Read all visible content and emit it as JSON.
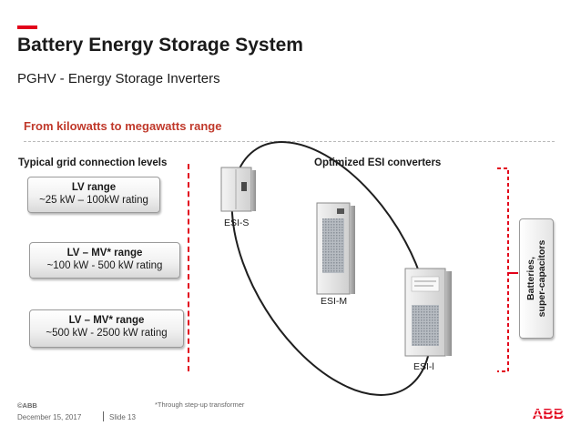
{
  "slide": {
    "title": "Battery Energy Storage System",
    "subtitle": "PGHV - Energy Storage Inverters",
    "banner": "From kilowatts to megawatts range",
    "left_heading": "Typical grid connection levels",
    "right_heading": "Optimized ESI converters",
    "accent_color": "#e2001a"
  },
  "ranges": [
    {
      "title": "LV range",
      "rating": "~25 kW – 100kW rating"
    },
    {
      "title": "LV – MV* range",
      "rating": "~100 kW - 500 kW rating"
    },
    {
      "title": "LV – MV* range",
      "rating": "~500 kW - 2500 kW rating"
    }
  ],
  "cabinets": [
    {
      "label": "ESI-S"
    },
    {
      "label": "ESI-M"
    },
    {
      "label": "ESI-l"
    }
  ],
  "storage": {
    "line1": "Batteries,",
    "line2": "super-capacitors"
  },
  "footer": {
    "footnote": "*Through step-up transformer",
    "copyright": "©ABB",
    "date": "December 15, 2017",
    "slide_number": "Slide 13",
    "logo": "ABB"
  }
}
